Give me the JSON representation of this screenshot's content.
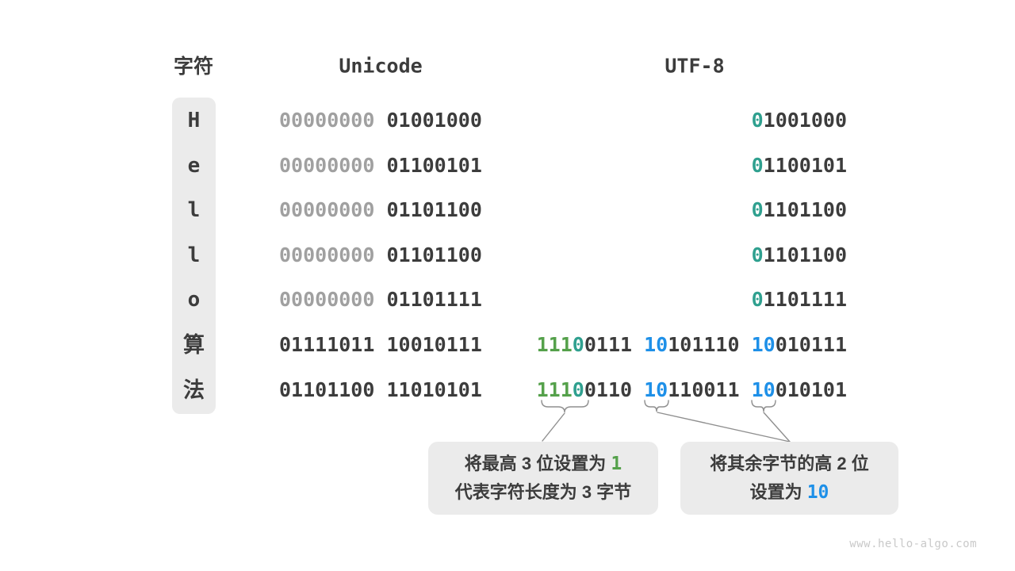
{
  "colors": {
    "dark": "#3c3c3c",
    "gray": "#a0a0a0",
    "green": "#55a14b",
    "teal": "#2fa08f",
    "blue": "#1e90e8",
    "box_bg": "#ebebeb",
    "line_gray": "#8f8f8f"
  },
  "headers": {
    "char": "字符",
    "unicode": "Unicode",
    "utf8": "UTF-8"
  },
  "rows": [
    {
      "char": "H",
      "unicode": [
        {
          "t": "00000000",
          "c": "gray"
        },
        {
          "t": " 01001000",
          "c": "dark"
        }
      ],
      "utf8": [
        {
          "t": "0",
          "c": "teal"
        },
        {
          "t": "1001000",
          "c": "dark"
        }
      ]
    },
    {
      "char": "e",
      "unicode": [
        {
          "t": "00000000",
          "c": "gray"
        },
        {
          "t": " 01100101",
          "c": "dark"
        }
      ],
      "utf8": [
        {
          "t": "0",
          "c": "teal"
        },
        {
          "t": "1100101",
          "c": "dark"
        }
      ]
    },
    {
      "char": "l",
      "unicode": [
        {
          "t": "00000000",
          "c": "gray"
        },
        {
          "t": " 01101100",
          "c": "dark"
        }
      ],
      "utf8": [
        {
          "t": "0",
          "c": "teal"
        },
        {
          "t": "1101100",
          "c": "dark"
        }
      ]
    },
    {
      "char": "l",
      "unicode": [
        {
          "t": "00000000",
          "c": "gray"
        },
        {
          "t": " 01101100",
          "c": "dark"
        }
      ],
      "utf8": [
        {
          "t": "0",
          "c": "teal"
        },
        {
          "t": "1101100",
          "c": "dark"
        }
      ]
    },
    {
      "char": "o",
      "unicode": [
        {
          "t": "00000000",
          "c": "gray"
        },
        {
          "t": " 01101111",
          "c": "dark"
        }
      ],
      "utf8": [
        {
          "t": "0",
          "c": "teal"
        },
        {
          "t": "1101111",
          "c": "dark"
        }
      ]
    },
    {
      "char": "算",
      "unicode": [
        {
          "t": "01111011 10010111",
          "c": "dark"
        }
      ],
      "utf8": [
        {
          "t": "111",
          "c": "green"
        },
        {
          "t": "0",
          "c": "teal"
        },
        {
          "t": "0111 ",
          "c": "dark"
        },
        {
          "t": "10",
          "c": "blue"
        },
        {
          "t": "101110 ",
          "c": "dark"
        },
        {
          "t": "10",
          "c": "blue"
        },
        {
          "t": "010111",
          "c": "dark"
        }
      ]
    },
    {
      "char": "法",
      "unicode": [
        {
          "t": "01101100 11010101",
          "c": "dark"
        }
      ],
      "utf8": [
        {
          "t": "111",
          "c": "green"
        },
        {
          "t": "0",
          "c": "teal"
        },
        {
          "t": "0110 ",
          "c": "dark"
        },
        {
          "t": "10",
          "c": "blue"
        },
        {
          "t": "110011 ",
          "c": "dark"
        },
        {
          "t": "10",
          "c": "blue"
        },
        {
          "t": "010101",
          "c": "dark"
        }
      ]
    }
  ],
  "callouts": [
    {
      "lines": [
        [
          {
            "t": "将最高 3 位设置为 ",
            "c": "dark"
          },
          {
            "t": "1",
            "c": "green",
            "m": true
          }
        ],
        [
          {
            "t": "代表字符长度为 3 字节",
            "c": "dark"
          }
        ]
      ]
    },
    {
      "lines": [
        [
          {
            "t": "将其余字节的高 2 位",
            "c": "dark"
          }
        ],
        [
          {
            "t": "设置为 ",
            "c": "dark"
          },
          {
            "t": "10",
            "c": "blue",
            "m": true
          }
        ]
      ]
    }
  ],
  "watermark": "www.hello-algo.com"
}
